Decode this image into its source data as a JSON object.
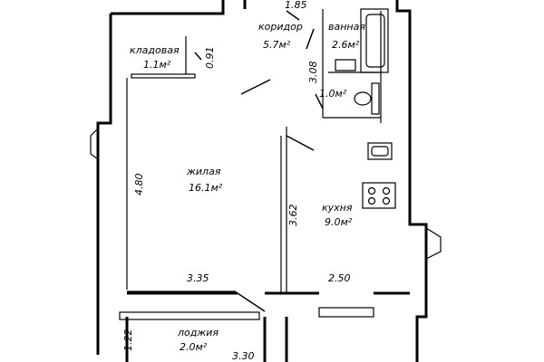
{
  "rooms": {
    "corridor": {
      "name": "коридор",
      "area": "5.7м²"
    },
    "bathroom": {
      "name": "ванная",
      "area": "2.6м²"
    },
    "storage": {
      "name": "кладовая",
      "area": "1.1м²"
    },
    "wc": {
      "area": "1.0м²"
    },
    "living": {
      "name": "жилая",
      "area": "16.1м²"
    },
    "kitchen": {
      "name": "кухня",
      "area": "9.0м²"
    },
    "loggia": {
      "name": "лоджия",
      "area": "2.0м²"
    }
  },
  "dimensions": {
    "top_corridor": "1.85",
    "storage_width": "0.91",
    "bath_height": "3.08",
    "living_height": "4.80",
    "kitchen_height": "3.62",
    "living_width": "3.35",
    "kitchen_width": "2.50",
    "loggia_depth": "1.22",
    "loggia_width": "3.30"
  },
  "icons": [
    "stove-icon",
    "sink-icon",
    "bathtub-icon",
    "toilet-icon",
    "door-swing-icon"
  ]
}
